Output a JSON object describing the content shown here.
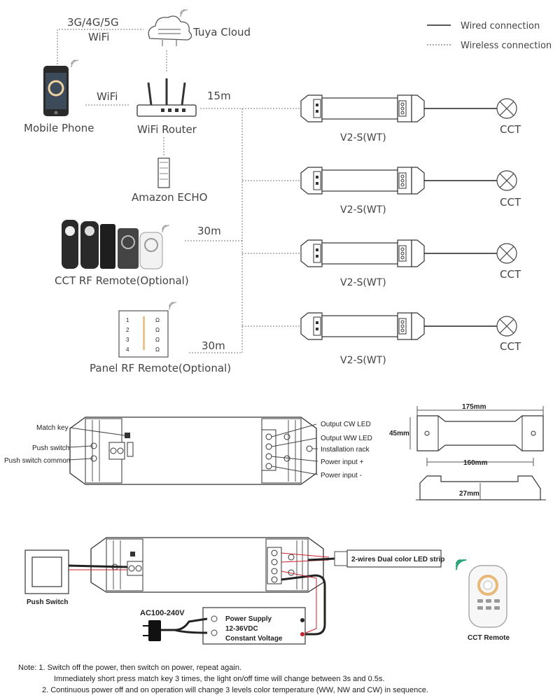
{
  "legend": {
    "wired": "Wired connection",
    "wireless": "Wireless connection"
  },
  "network": {
    "cellular": "3G/4G/5G",
    "wifi_top": "WiFi",
    "cloud": "Tuya Cloud",
    "wifi_link": "WiFi",
    "phone": "Mobile Phone",
    "router": "WiFi Router",
    "echo": "Amazon ECHO",
    "distance_router": "15m",
    "distance_rf": "30m",
    "distance_panel": "30m",
    "rf_remote": "CCT RF Remote(Optional)",
    "panel_remote": "Panel RF Remote(Optional)"
  },
  "controllers": [
    {
      "model": "V2-S(WT)",
      "load": "CCT"
    },
    {
      "model": "V2-S(WT)",
      "load": "CCT"
    },
    {
      "model": "V2-S(WT)",
      "load": "CCT"
    },
    {
      "model": "V2-S(WT)",
      "load": "CCT"
    }
  ],
  "panel_keys": [
    "1",
    "2",
    "3",
    "4",
    "Ω"
  ],
  "terminals": {
    "match_key": "Match key",
    "push_switch": "Push switch",
    "push_switch_common": "Push switch common",
    "out_cw": "Output CW LED",
    "out_ww": "Output WW LED",
    "rack": "Installation rack",
    "pwr_plus": "Power input +",
    "pwr_minus": "Power input -"
  },
  "dimensions": {
    "length": "175mm",
    "height": "45mm",
    "mount": "160mm",
    "depth": "27mm"
  },
  "wiring": {
    "strip": "2-wires Dual color LED strip",
    "push_switch": "Push Switch",
    "ac": "AC100-240V",
    "psu_line1": "Power Supply",
    "psu_line2": "12-36VDC",
    "psu_line3": "Constant Voltage",
    "cct_remote": "CCT Remote"
  },
  "notes": {
    "line1": "Note:  1.  Switch off the power, then switch on power, repeat again.",
    "line2": "Immediately short press match key 3 times, the light on/off time will change between 3s and 0.5s.",
    "line3": "2.  Continuous power off and on operation will change 3 levels color temperature (WW, NW and CW) in sequence."
  },
  "colors": {
    "wire": "#222222",
    "accent_red": "#c8202a",
    "wifi_green": "#2aa37a"
  }
}
